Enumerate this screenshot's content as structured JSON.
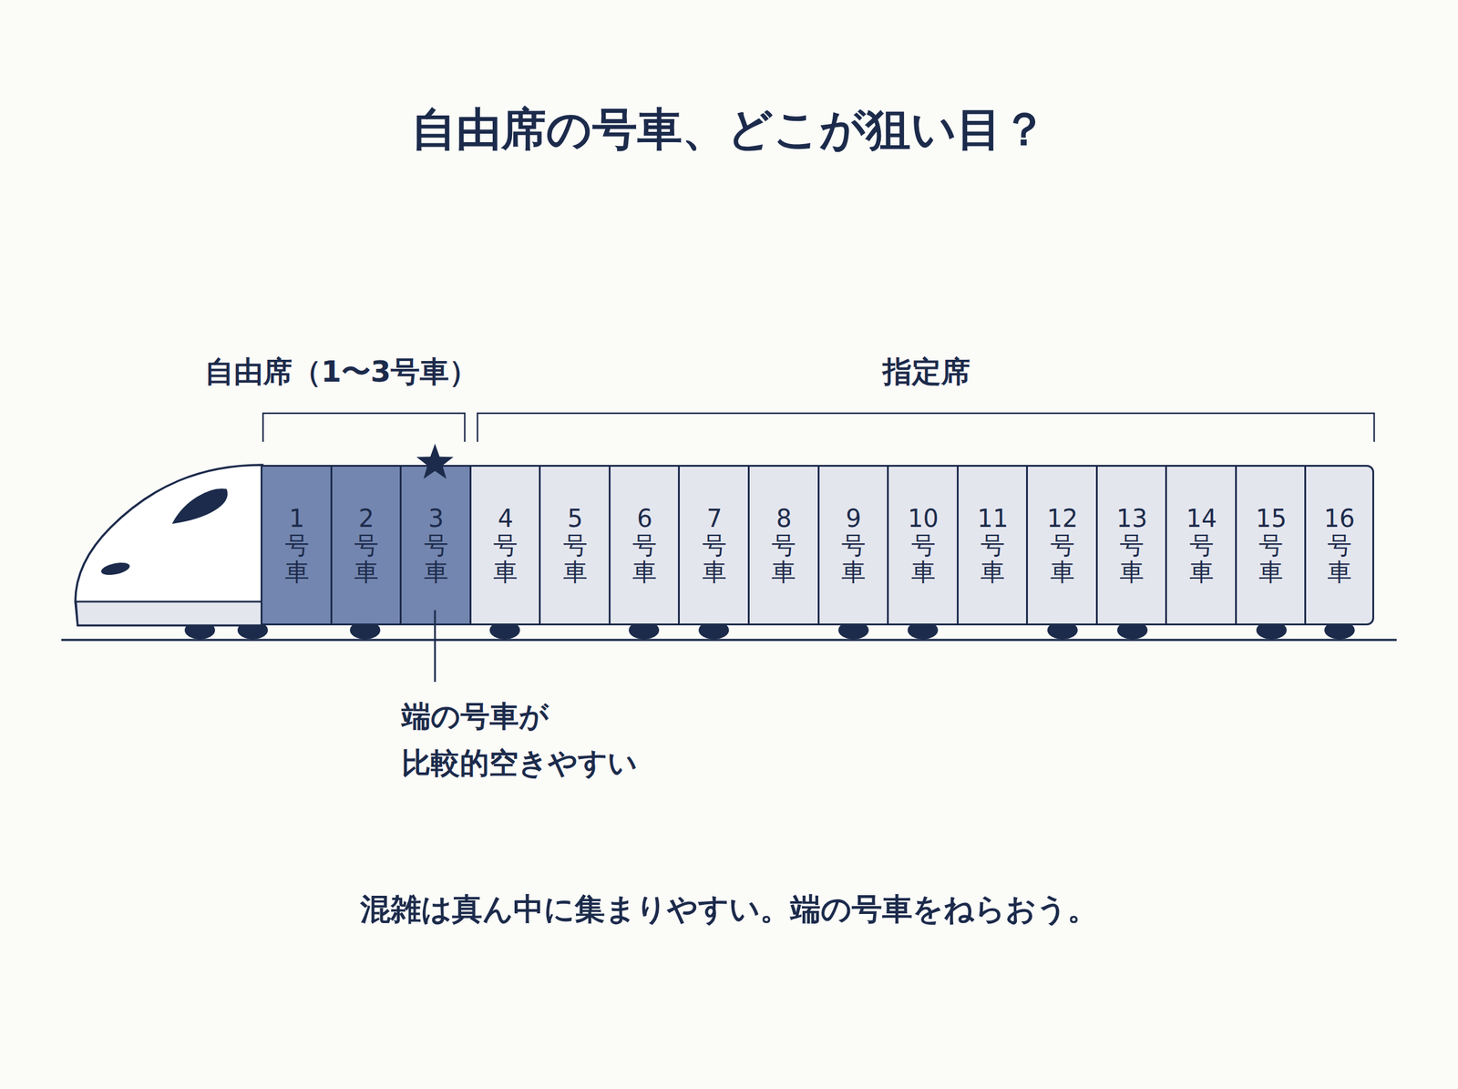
{
  "diagram": {
    "title": "自由席の号車、どこが狙い目？",
    "caption": "混雑は真ん中に集まりやすい。端の号車をねらおう。",
    "nodes": [
      {
        "text": [
          "1号車"
        ]
      },
      {
        "text": [
          "2号車"
        ]
      },
      {
        "text": [
          "3号車"
        ]
      },
      {
        "text": [
          "4号車"
        ]
      },
      {
        "text": [
          "5号車"
        ]
      },
      {
        "text": [
          "6号車"
        ]
      },
      {
        "text": [
          "7号車"
        ]
      },
      {
        "text": [
          "8号車"
        ]
      },
      {
        "text": [
          "9号車"
        ]
      },
      {
        "text": [
          "10号車"
        ]
      },
      {
        "text": [
          "11号車"
        ]
      },
      {
        "text": [
          "12号車"
        ]
      },
      {
        "text": [
          "13号車"
        ]
      },
      {
        "text": [
          "14号車"
        ]
      },
      {
        "text": [
          "15号車"
        ]
      },
      {
        "text": [
          "16号車"
        ]
      }
    ],
    "labels": [
      "自由席（1〜3号車）",
      "指定席",
      "端の号車が 比較的空きやすい"
    ]
  }
}
